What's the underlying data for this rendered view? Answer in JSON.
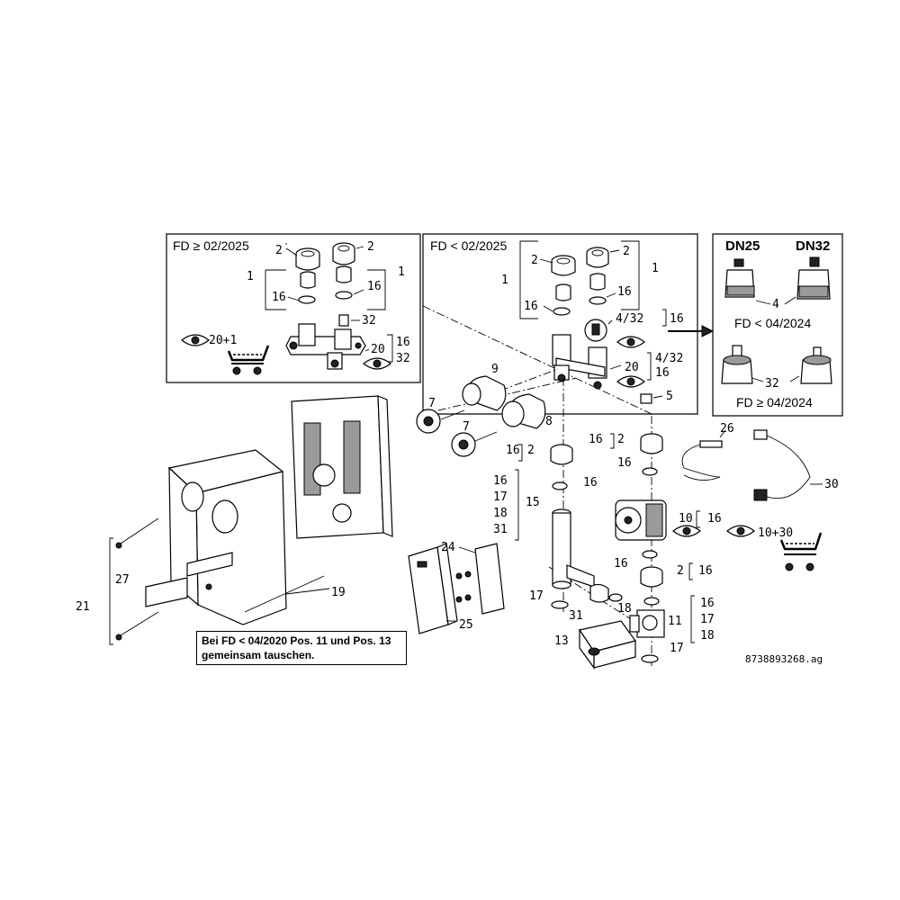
{
  "panels": {
    "left_title": "FD ≥ 02/2025",
    "middle_title": "FD < 02/2025",
    "right": {
      "dn25": "DN25",
      "dn32": "DN32",
      "fd_lt": "FD < 04/2024",
      "fd_ge": "FD ≥ 04/2024"
    }
  },
  "callouts": {
    "lp_2a": "2",
    "lp_2b": "2",
    "lp_1a": "1",
    "lp_1b": "1",
    "lp_16a": "16",
    "lp_16b": "16",
    "lp_32": "32",
    "lp_20_1": "20+1",
    "lp_20": "20",
    "lp_16c": "16",
    "lp_32b": "32",
    "mp_2a": "2",
    "mp_2b": "2",
    "mp_1a": "1",
    "mp_1b": "1",
    "mp_16a": "16",
    "mp_16b": "16",
    "mp_4_32": "4/32",
    "mp_16c": "16",
    "mp_20": "20",
    "mp_4_32b": "4/32",
    "mp_16d": "16",
    "rp_4": "4",
    "rp_32": "32",
    "c_9": "9",
    "c_7a": "7",
    "c_7b": "7",
    "c_8": "8",
    "c_5": "5",
    "c_26": "26",
    "c_16a": "16",
    "c_2a": "2",
    "c_16b": "16",
    "c_2b": "2",
    "c_16c": "16",
    "c_16d": "16",
    "c_16e": "16",
    "c_17a": "17",
    "c_18a": "18",
    "c_31a": "31",
    "c_15": "15",
    "c_30": "30",
    "c_10": "10",
    "c_16f": "16",
    "c_10_30": "10+30",
    "c_16g": "16",
    "c_2c": "2",
    "c_16h": "16",
    "c_18b": "18",
    "c_16i": "16",
    "c_17b": "17",
    "c_18c": "18",
    "c_11": "11",
    "c_17c": "17",
    "c_17d": "17",
    "c_31b": "31",
    "c_13": "13",
    "c_24": "24",
    "c_25": "25",
    "c_19": "19",
    "c_21": "21",
    "c_27": "27"
  },
  "note": {
    "line1": "Bei FD < 04/2020 Pos. 11 und Pos. 13",
    "line2": "gemeinsam tauschen."
  },
  "doc_id": "8738893268.ag"
}
